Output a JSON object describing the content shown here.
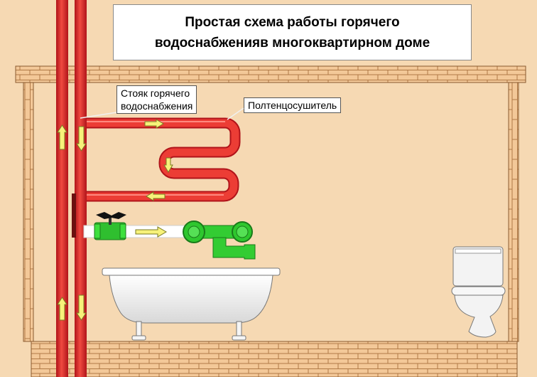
{
  "title": {
    "line1": "Простая схема работы горячего",
    "line2": "водоснабженияв многоквартирном доме"
  },
  "labels": {
    "riser": {
      "line1": "Стояк горячего",
      "line2": "водоснабжения"
    },
    "towel_dryer": "Полтенцосушитель"
  },
  "colors": {
    "wall_background": "#f6d9b3",
    "brick": "#f3c898",
    "hot_pipe": "#e8312b",
    "supply_pipe": "#3bd63b",
    "arrow": "#f7f27a"
  },
  "icons": [
    "valve-handle-icon",
    "bathtub-icon",
    "toilet-icon",
    "flow-arrow-icon"
  ]
}
